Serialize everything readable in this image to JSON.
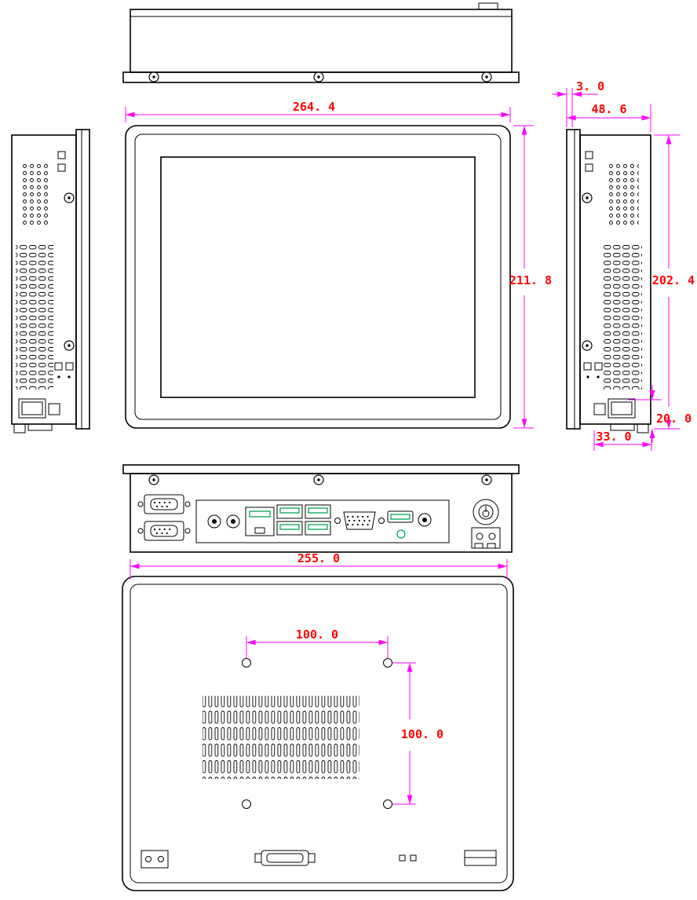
{
  "colors": {
    "line": "#000000",
    "dimension_line": "#ff00ff",
    "dimension_text": "#ff0000",
    "port_accent_green": "#00a650",
    "background": "#ffffff"
  },
  "dimensions": {
    "front_width": "264. 4",
    "front_height": "211. 8",
    "bezel_lip_depth": "3. 0",
    "overall_depth": "48. 6",
    "side_height": "202. 4",
    "bottom_mount_height": "20. 0",
    "bottom_mount_width": "33. 0",
    "rear_width": "255. 0",
    "vesa_spacing_horizontal": "100. 0",
    "vesa_spacing_vertical": "100. 0"
  }
}
